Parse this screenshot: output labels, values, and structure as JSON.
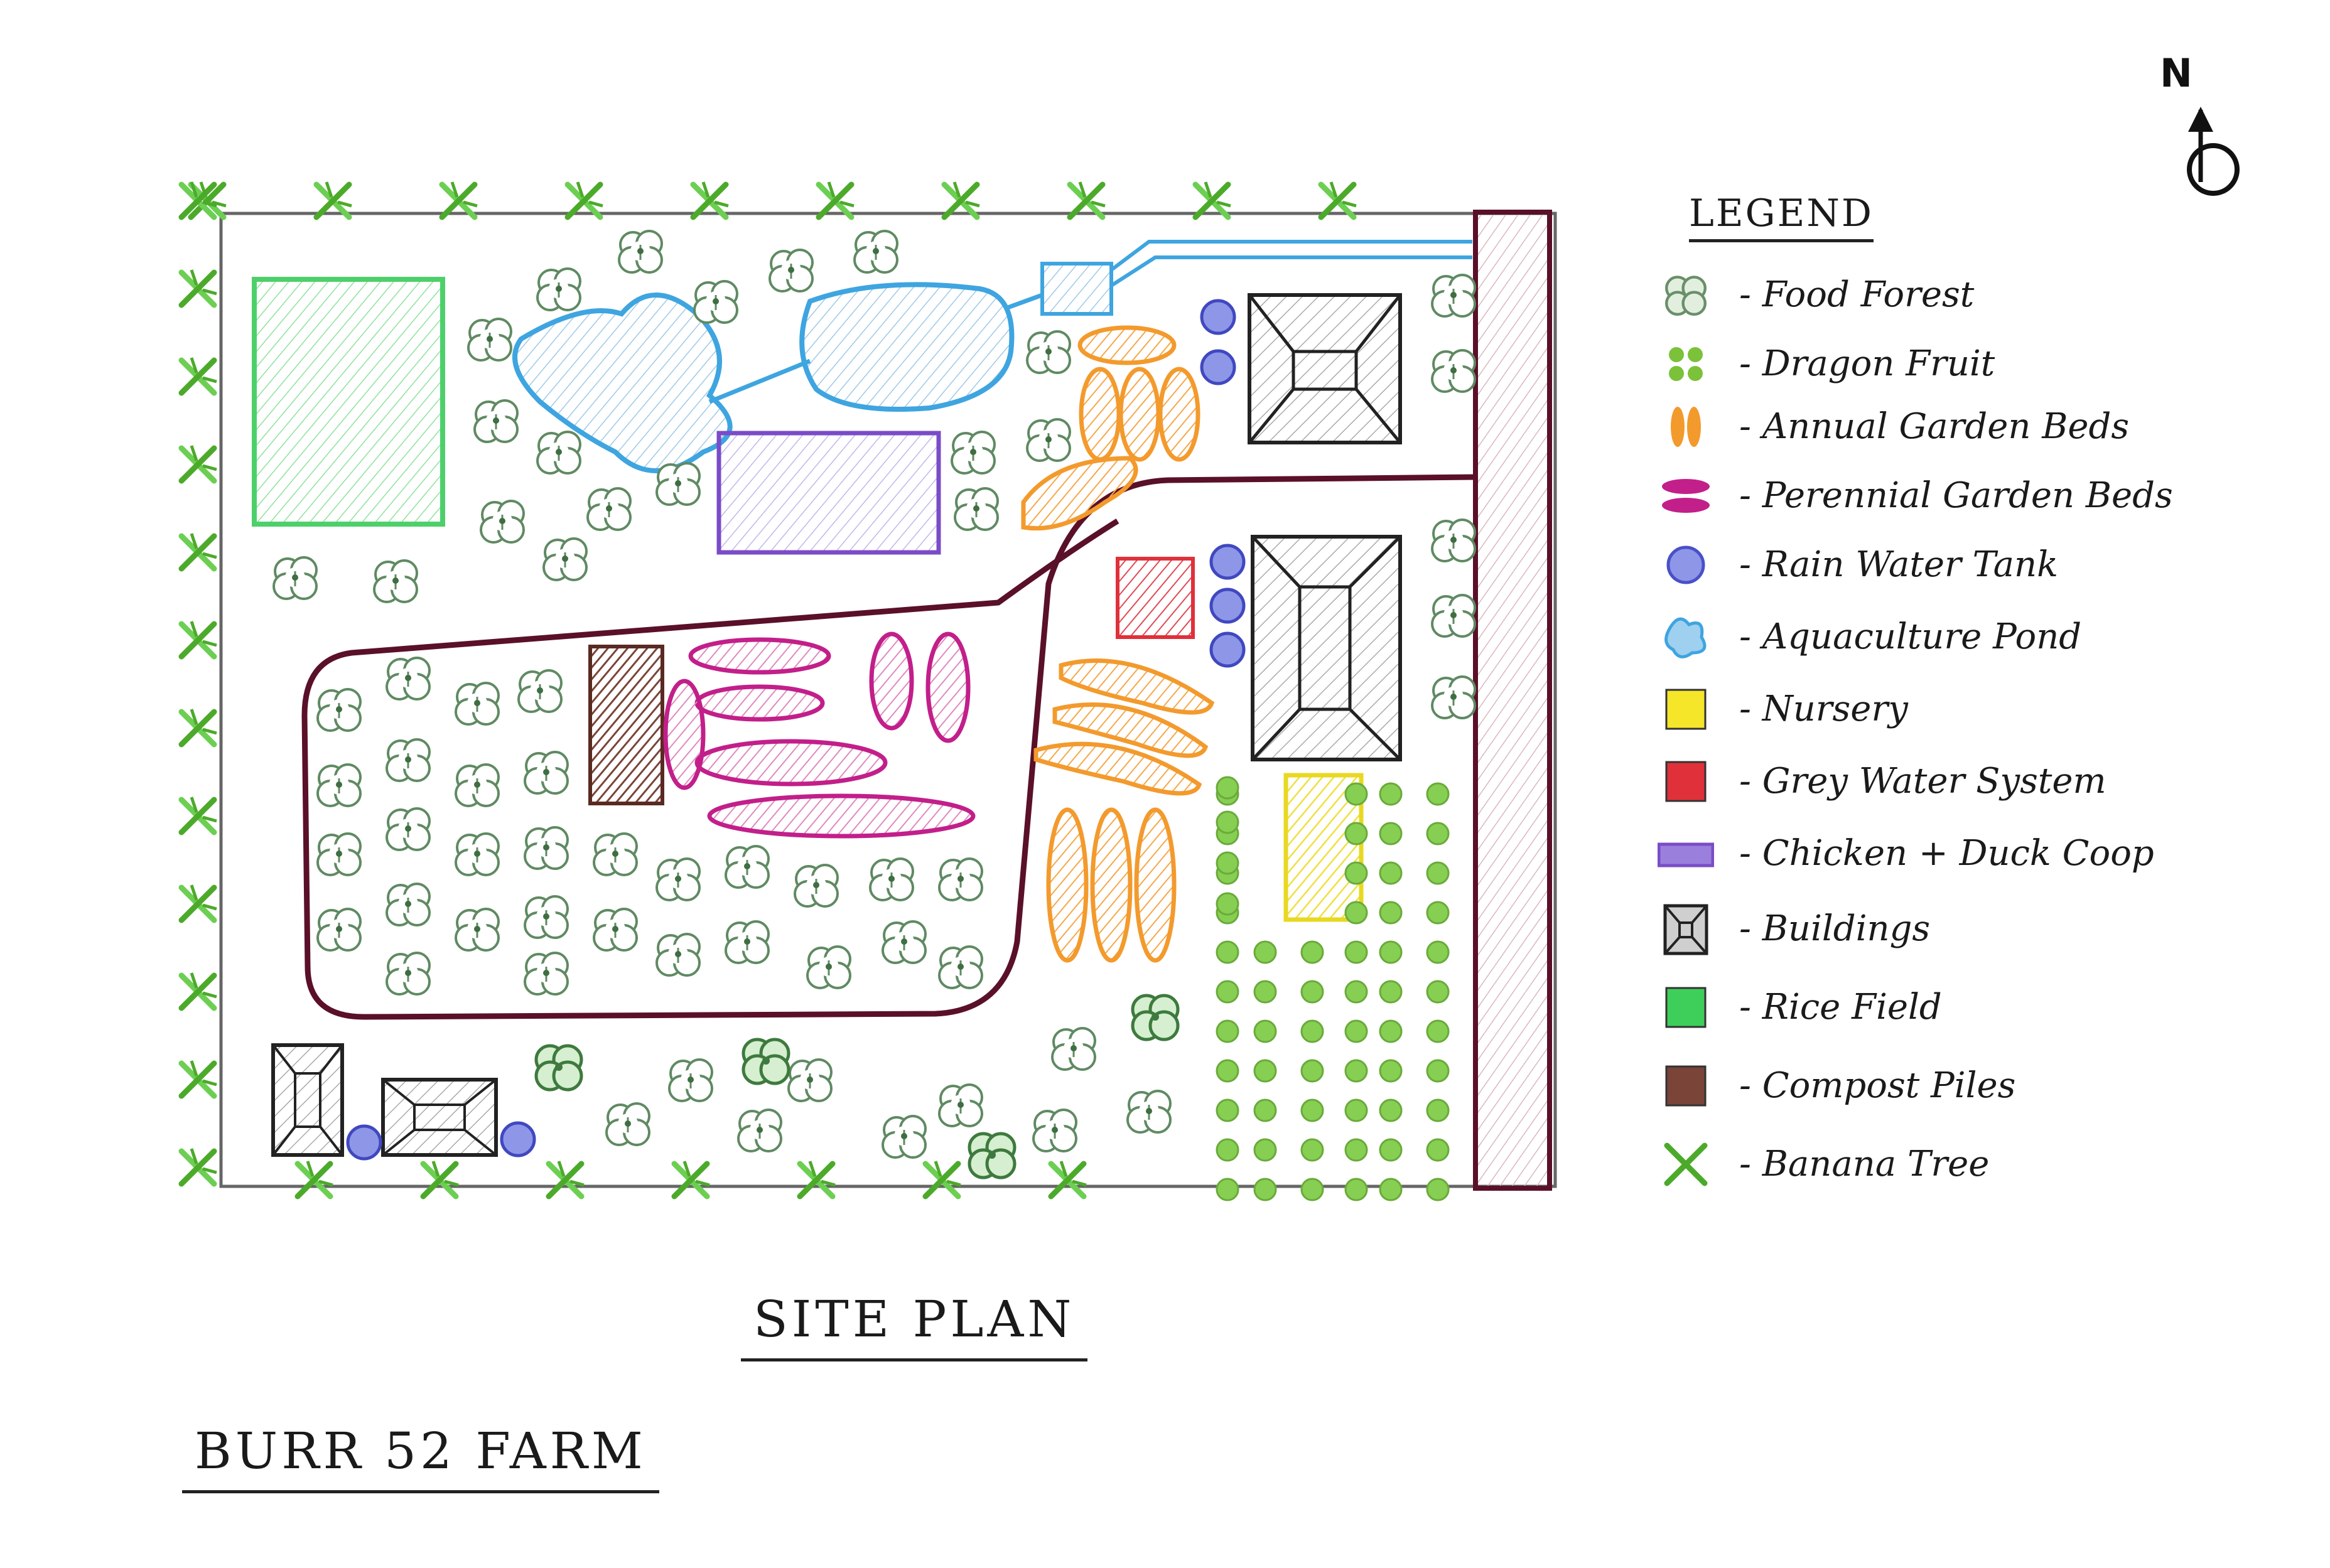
{
  "site_title": "SITE PLAN",
  "farm_name": "BURR 52 FARM",
  "north_label": "N",
  "legend": {
    "heading": "LEGEND",
    "items": [
      {
        "label": "Food Forest",
        "icon": "food-forest-icon",
        "color": "#6a8f6a"
      },
      {
        "label": "Dragon Fruit",
        "icon": "dragon-fruit-icon",
        "color": "#7cc13a"
      },
      {
        "label": "Annual Garden Beds",
        "icon": "annual-bed-icon",
        "color": "#f39a2d"
      },
      {
        "label": "Perennial Garden Beds",
        "icon": "perennial-bed-icon",
        "color": "#c21f8a"
      },
      {
        "label": "Rain Water Tank",
        "icon": "rain-tank-icon",
        "color": "#4a50c8"
      },
      {
        "label": "Aquaculture Pond",
        "icon": "pond-icon",
        "color": "#3ea5e0"
      },
      {
        "label": "Nursery",
        "icon": "nursery-icon",
        "color": "#f5e62a"
      },
      {
        "label": "Grey Water System",
        "icon": "grey-water-icon",
        "color": "#e0303a"
      },
      {
        "label": "Chicken + Duck Coop",
        "icon": "coop-icon",
        "color": "#7a4cc8"
      },
      {
        "label": "Buildings",
        "icon": "building-icon",
        "color": "#222222"
      },
      {
        "label": "Rice Field",
        "icon": "rice-field-icon",
        "color": "#3ecf5a"
      },
      {
        "label": "Compost Piles",
        "icon": "compost-icon",
        "color": "#7a4438"
      },
      {
        "label": "Banana Tree",
        "icon": "banana-tree-icon",
        "color": "#4caa2a"
      }
    ]
  },
  "colors": {
    "path": "#5a1028",
    "boundary": "#555555",
    "stripe": "#c9a0a8"
  }
}
